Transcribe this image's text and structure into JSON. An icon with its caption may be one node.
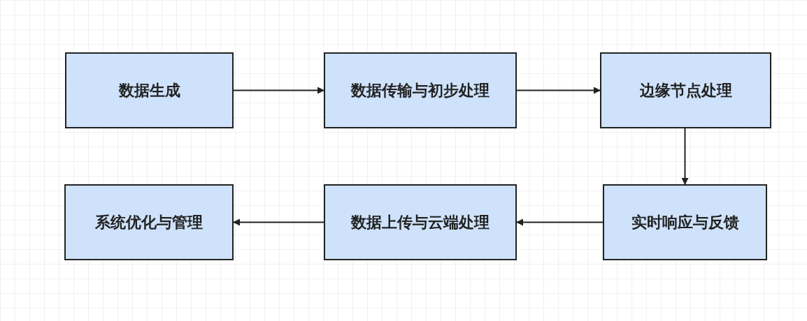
{
  "diagram": {
    "nodes": [
      {
        "text": [
          "数据生成"
        ]
      },
      {
        "text": [
          "数据传输与初步处理"
        ]
      },
      {
        "text": [
          "边缘节点处理"
        ]
      },
      {
        "text": [
          "实时响应与反馈"
        ]
      },
      {
        "text": [
          "数据上传与云端处理"
        ]
      },
      {
        "text": [
          "系统优化与管理"
        ]
      }
    ],
    "edges": [
      {
        "from": 0,
        "to": 1,
        "arrow": "to"
      },
      {
        "from": 1,
        "to": 2,
        "arrow": "to"
      },
      {
        "from": 2,
        "to": 3,
        "arrow": "to"
      },
      {
        "from": 3,
        "to": 4,
        "arrow": "to"
      },
      {
        "from": 4,
        "to": 5,
        "arrow": "to"
      }
    ]
  }
}
